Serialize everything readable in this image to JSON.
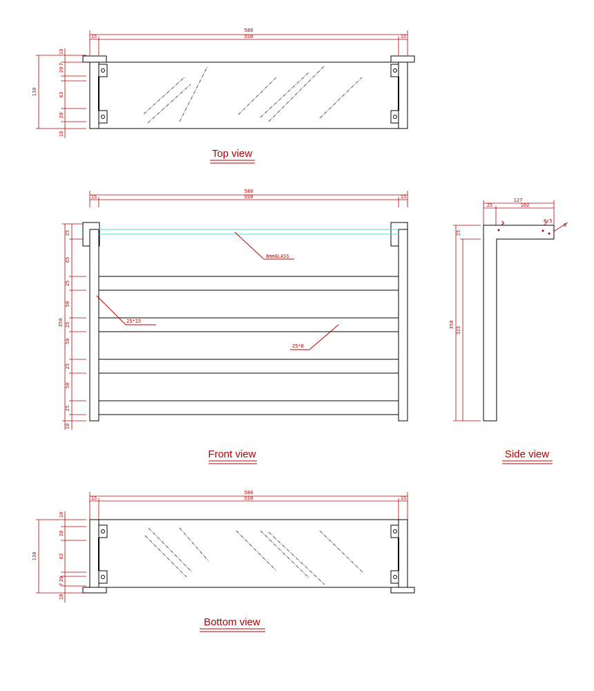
{
  "views": {
    "top": {
      "title": "Top view",
      "overall": "580",
      "inner": "550",
      "left_edge": "15",
      "right_edge": "15",
      "height_total": "130",
      "height_segments": [
        "10",
        "20",
        "7",
        "63",
        "20",
        "10"
      ]
    },
    "front": {
      "title": "Front view",
      "overall": "580",
      "inner": "550",
      "left_edge": "15",
      "right_edge": "15",
      "height_total": "350",
      "height_segments": [
        "25",
        "65",
        "25",
        "50",
        "25",
        "50",
        "25",
        "50",
        "25",
        "10"
      ],
      "callouts": {
        "glass": "8mmGLASS",
        "post": "25*15",
        "rail": "25*8"
      }
    },
    "side": {
      "title": "Side view",
      "top_total": "127",
      "top_left": "25",
      "top_right": "102",
      "height_total": "350",
      "height_inner": "325",
      "height_top": "25",
      "hole_labels": [
        "5",
        "8.5",
        "8"
      ]
    },
    "bottom": {
      "title": "Bottom view",
      "overall": "580",
      "inner": "550",
      "left_edge": "15",
      "right_edge": "15",
      "height_total": "130",
      "height_segments": [
        "10",
        "20",
        "63",
        "7",
        "20",
        "10"
      ]
    }
  },
  "colors": {
    "dimension": "#b30000",
    "outline": "#000000",
    "glass": "#4fd6e0"
  }
}
